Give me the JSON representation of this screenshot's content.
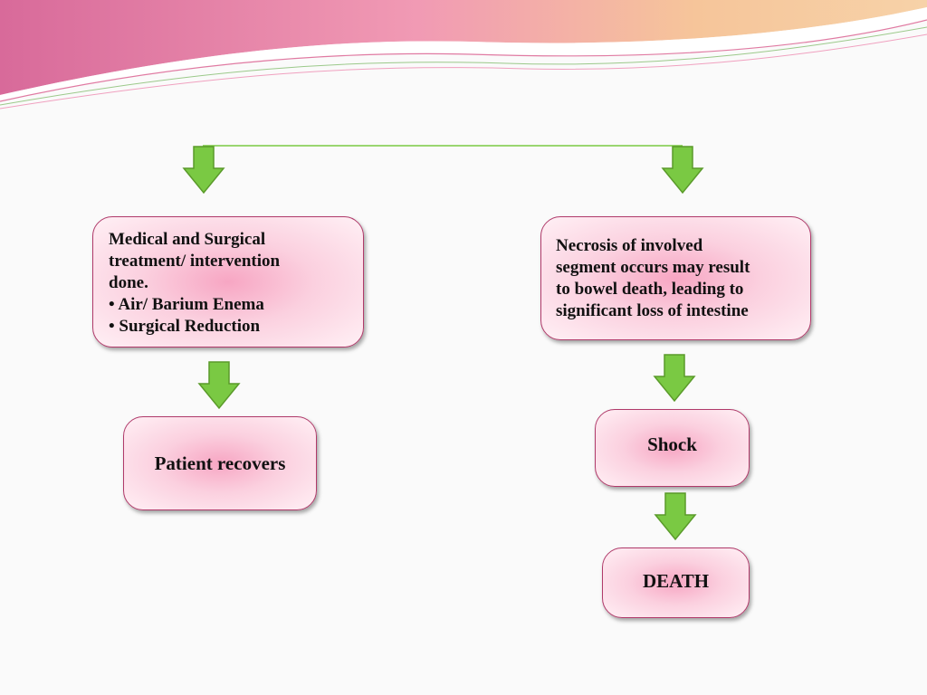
{
  "diagram": {
    "left_box": {
      "lines": [
        "Medical and Surgical",
        "treatment/ intervention",
        "done."
      ],
      "bullets": [
        "Air/ Barium Enema",
        "Surgical Reduction"
      ]
    },
    "right_box": {
      "lines": [
        "Necrosis of involved",
        "segment occurs may result",
        "to bowel death, leading to",
        "significant loss of intestine"
      ]
    },
    "patient_recovers": "Patient recovers",
    "shock": "Shock",
    "death": "DEATH"
  },
  "colors": {
    "arrow_fill": "#7ac943",
    "arrow_stroke": "#5a9a2a",
    "box_border": "#b03a6a",
    "box_center": "#f7a6c3"
  }
}
